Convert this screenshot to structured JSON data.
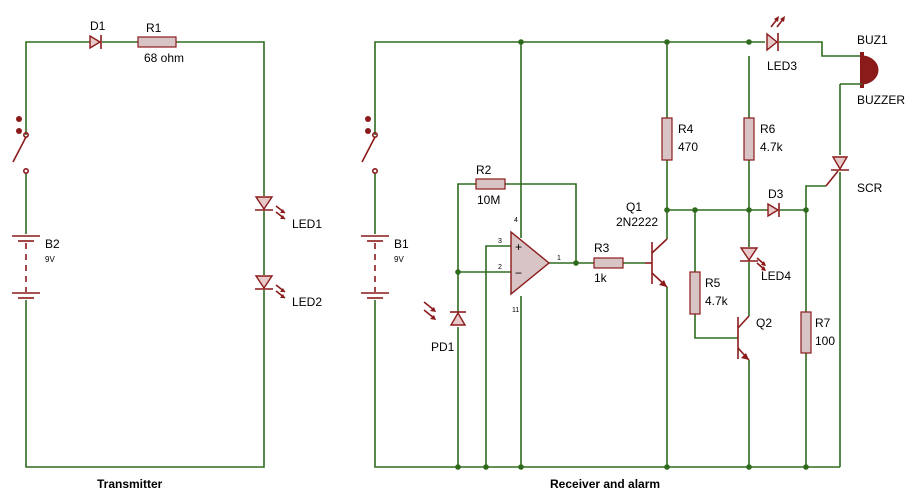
{
  "transmitter": {
    "caption": "Transmitter",
    "D1": "D1",
    "R1": {
      "ref": "R1",
      "value": "68 ohm"
    },
    "B2": {
      "ref": "B2",
      "value": "9V"
    },
    "LED1": "LED1",
    "LED2": "LED2"
  },
  "receiver": {
    "caption": "Receiver and alarm",
    "B1": {
      "ref": "B1",
      "value": "9V"
    },
    "PD1": "PD1",
    "R2": {
      "ref": "R2",
      "value": "10M"
    },
    "R3": {
      "ref": "R3",
      "value": "1k"
    },
    "R4": {
      "ref": "R4",
      "value": "470"
    },
    "R5": {
      "ref": "R5",
      "value": "4.7k"
    },
    "R6": {
      "ref": "R6",
      "value": "4.7k"
    },
    "R7": {
      "ref": "R7",
      "value": "100"
    },
    "Q1": {
      "ref": "Q1",
      "value": "2N2222"
    },
    "Q2": "Q2",
    "D3": "D3",
    "LED3": "LED3",
    "LED4": "LED4",
    "SCR": "SCR",
    "BUZ1": {
      "ref": "BUZ1",
      "value": "BUZZER"
    },
    "opamp_pins": {
      "plus": "+",
      "minus": "−",
      "p3": "3",
      "p2": "2",
      "p1": "1",
      "p4": "4",
      "p11": "11"
    }
  },
  "colors": {
    "wire": "#2e6b1e",
    "component": "#8b1a1a",
    "fill": "#d8c4c4"
  }
}
